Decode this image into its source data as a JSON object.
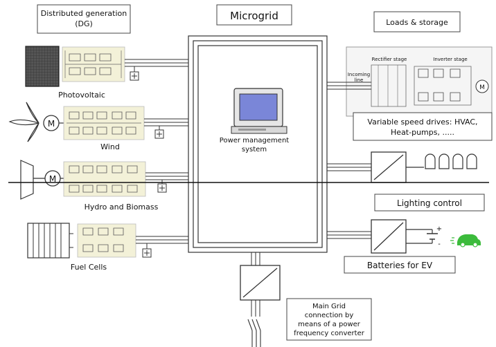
{
  "title": "Microgrid",
  "dg_header": [
    "Distributed generation",
    "(DG)"
  ],
  "loads_header": "Loads & storage",
  "sources": {
    "pv": "Photovoltaic",
    "wind": "Wind",
    "hydro": "Hydro and Biomass",
    "fuel": "Fuel Cells"
  },
  "motor_letter": "M",
  "pms": [
    "Power management",
    "system"
  ],
  "drive_panel": {
    "rectifier": "Rectifier stage",
    "inverter": "Inverter stage",
    "incoming": [
      "Incoming",
      "line"
    ],
    "motor": "M"
  },
  "vsd": [
    "Variable speed drives: HVAC,",
    "Heat-pumps, ....."
  ],
  "lighting": "Lighting control",
  "batteries": "Batteries for EV",
  "battery_signs": {
    "plus": "+",
    "minus": "-"
  },
  "main_grid": [
    "Main Grid",
    "connection by",
    "means of a power",
    "frequency converter"
  ],
  "colors": {
    "background": "#ffffff",
    "line": "#222222",
    "module_fill": "#f3f1d8",
    "screen": "#7a86d8",
    "car": "#3cbb3c",
    "panel_fill": "#f5f5f5"
  }
}
